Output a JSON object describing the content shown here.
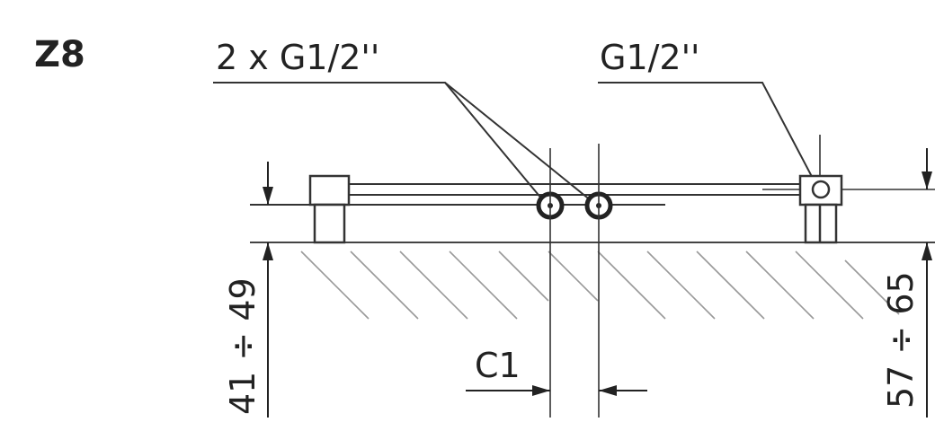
{
  "drawing": {
    "model_code": "Z8",
    "callout_left": "2 x G1/2''",
    "callout_right": "G1/2''",
    "dim_left_height": "41 ÷ 49",
    "dim_right_height": "57 ÷ 65",
    "dim_spacing": "C1",
    "colors": {
      "line": "#333333",
      "hatch": "#999999",
      "background": "#ffffff"
    }
  }
}
